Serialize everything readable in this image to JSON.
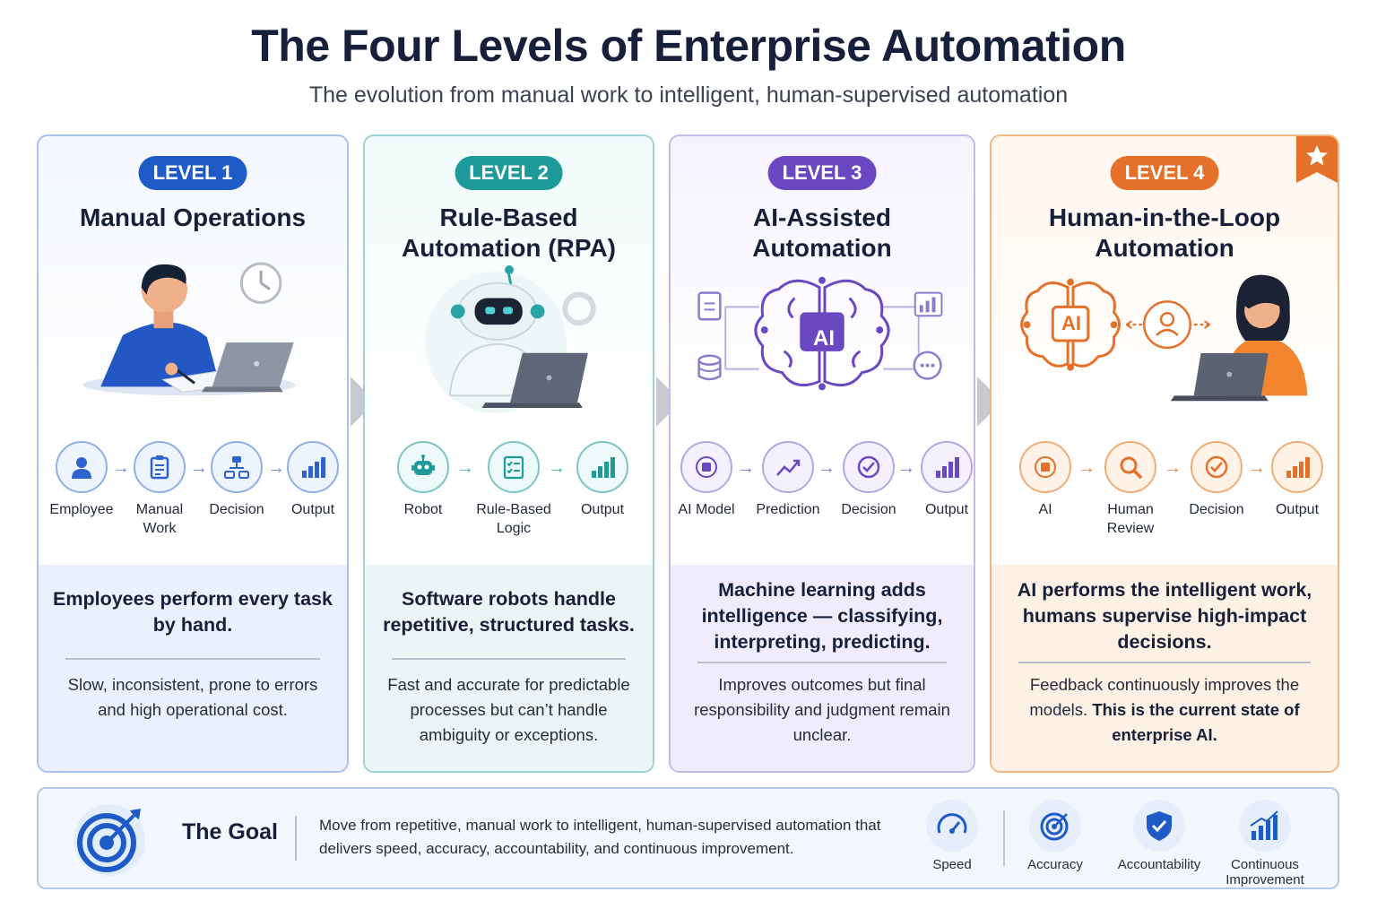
{
  "header": {
    "title": "The Four Levels of Enterprise Automation",
    "subtitle": "The evolution from manual work to intelligent, human-supervised automation"
  },
  "levels": [
    {
      "badge": "LEVEL 1",
      "title": "Manual Operations",
      "steps": [
        "Employee",
        "Manual Work",
        "Decision",
        "Output"
      ],
      "summary": "Employees perform every task by hand.",
      "detail": "Slow, inconsistent, prone to errors and high operational cost."
    },
    {
      "badge": "LEVEL 2",
      "title": "Rule-Based Automation (RPA)",
      "steps": [
        "Robot",
        "Rule-Based Logic",
        "Output"
      ],
      "summary": "Software robots handle repetitive, structured tasks.",
      "detail": "Fast and accurate for predictable processes but can’t handle ambiguity or exceptions."
    },
    {
      "badge": "LEVEL 3",
      "title": "AI-Assisted Automation",
      "illustration_label": "AI",
      "steps": [
        "AI Model",
        "Prediction",
        "Decision",
        "Output"
      ],
      "summary": "Machine learning adds intelligence — classifying, interpreting, predicting.",
      "detail": "Improves outcomes but final responsibility and judgment remain unclear."
    },
    {
      "badge": "LEVEL 4",
      "title": "Human-in-the-Loop Automation",
      "illustration_label": "AI",
      "steps": [
        "AI",
        "Human Review",
        "Decision",
        "Output"
      ],
      "summary": "AI performs the intelligent work, humans supervise high-impact decisions.",
      "detail": "Feedback continuously improves the models.",
      "detail_bold": "This is the current state of enterprise AI."
    }
  ],
  "goal": {
    "title": "The Goal",
    "text": "Move from repetitive, manual work to intelligent, human-supervised automation that delivers speed, accuracy, accountability, and continuous improvement.",
    "items": [
      "Speed",
      "Accuracy",
      "Accountability",
      "Continuous Improvement"
    ]
  },
  "colors": {
    "level1": "#1f5bc6",
    "level2": "#1e9a9b",
    "level3": "#6a48c2",
    "level4": "#e4702a"
  },
  "icons": {
    "level1": [
      "person-icon",
      "clipboard-icon",
      "flowchart-icon",
      "bar-chart-icon"
    ],
    "level2": [
      "robot-icon",
      "checklist-icon",
      "bar-chart-icon"
    ],
    "level3": [
      "ai-chip-icon",
      "trend-line-icon",
      "check-circle-icon",
      "bar-chart-icon"
    ],
    "level4": [
      "ai-chip-icon",
      "magnifier-icon",
      "check-circle-icon",
      "bar-chart-icon"
    ],
    "goal": [
      "target-icon",
      "speedometer-icon",
      "target-icon",
      "shield-check-icon",
      "rising-bars-icon"
    ]
  }
}
